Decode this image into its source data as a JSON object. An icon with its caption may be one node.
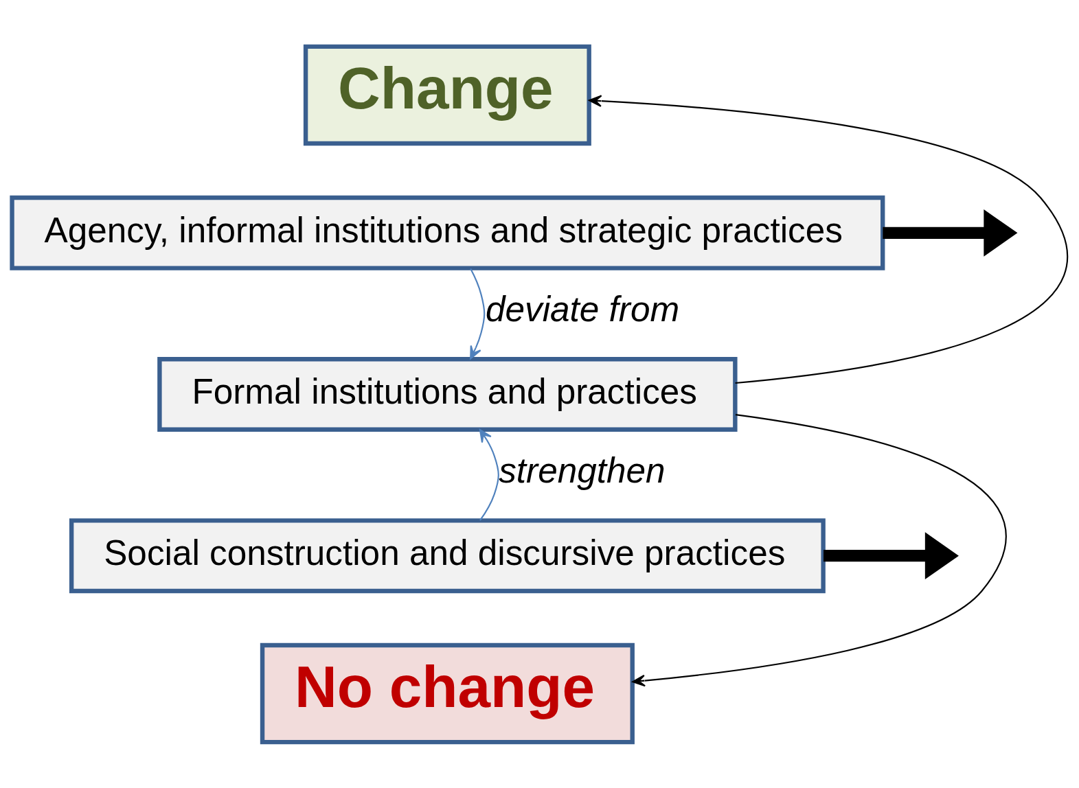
{
  "diagram": {
    "nodes": [
      {
        "text": [
          "Change"
        ]
      },
      {
        "text": [
          "Agency, informal institutions and strategic practices"
        ]
      },
      {
        "text": [
          "Formal institutions and practices"
        ]
      },
      {
        "text": [
          "Social construction and discursive practices"
        ]
      },
      {
        "text": [
          "No change"
        ]
      }
    ],
    "edges": [
      {
        "from": 2,
        "to": 0,
        "arrow": "to"
      },
      {
        "from": 1,
        "to": null,
        "arrow": "to",
        "style": "thick"
      },
      {
        "from": 1,
        "to": 2,
        "arrow": "to",
        "label": "deviate from",
        "color": "#4f81bd"
      },
      {
        "from": 3,
        "to": 2,
        "arrow": "to",
        "label": "strengthen",
        "color": "#4f81bd"
      },
      {
        "from": 2,
        "to": 4,
        "arrow": "to"
      },
      {
        "from": 3,
        "to": null,
        "arrow": "to",
        "style": "thick"
      }
    ]
  }
}
